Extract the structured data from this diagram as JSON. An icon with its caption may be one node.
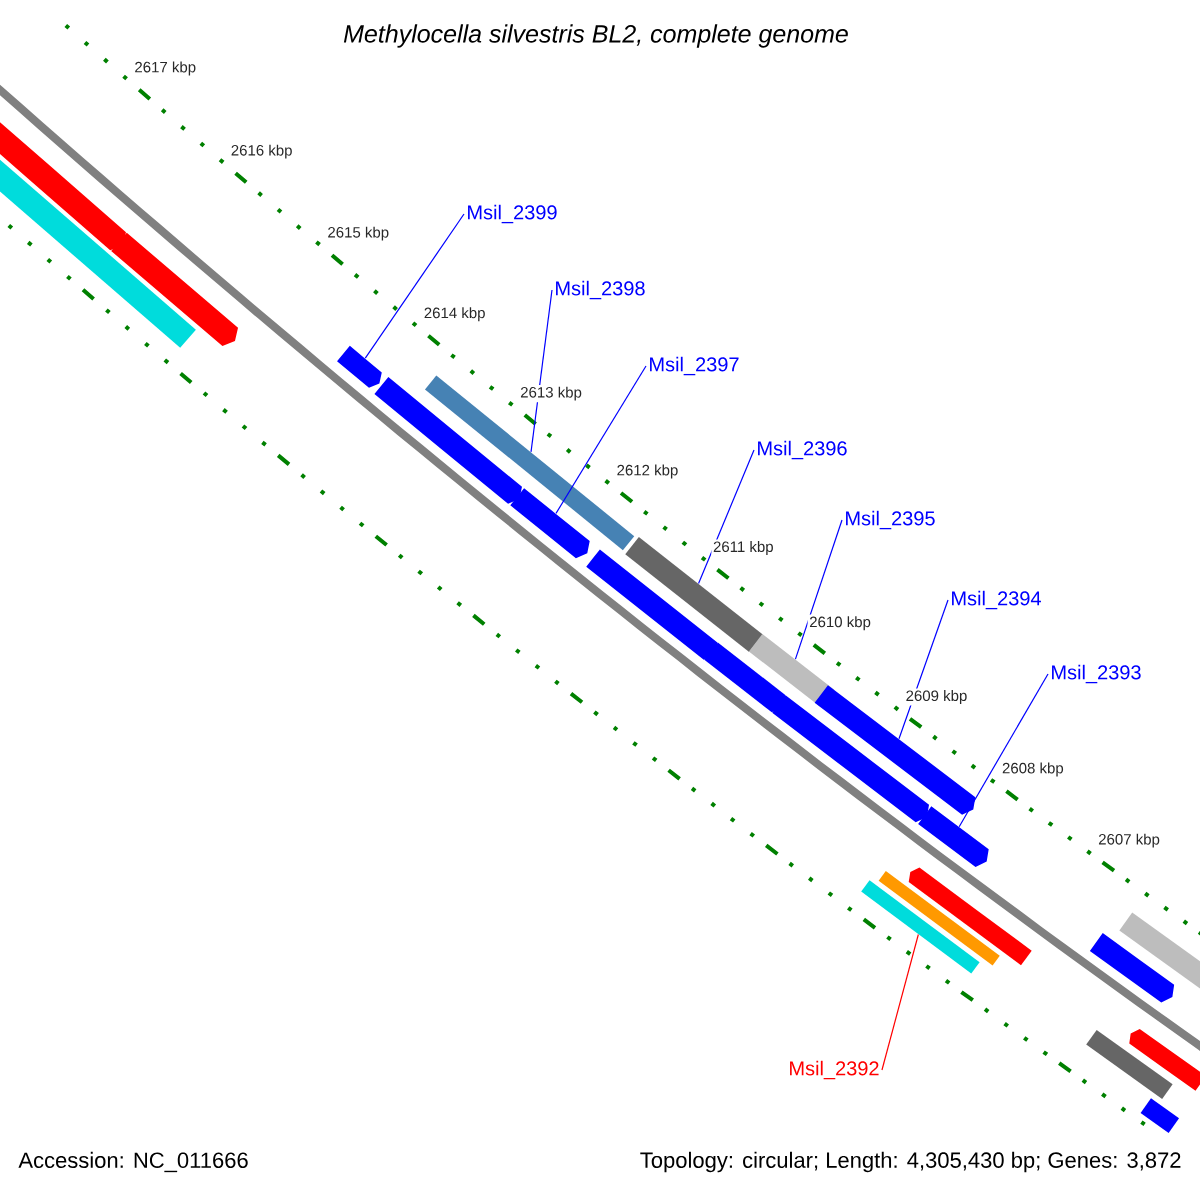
{
  "diagram": {
    "title": "Methylocella silvestris BL2, complete genome",
    "nodes": [
      {
        "text": [
          "Msil_2399"
        ]
      },
      {
        "text": [
          "Msil_2398"
        ]
      },
      {
        "text": [
          "Msil_2397"
        ]
      },
      {
        "text": [
          "Msil_2396"
        ]
      },
      {
        "text": [
          "Msil_2395"
        ]
      },
      {
        "text": [
          "Msil_2394"
        ]
      },
      {
        "text": [
          "Msil_2393"
        ]
      },
      {
        "text": [
          "Msil_2392"
        ]
      },
      {
        "text": [],
        "shape": "pentagon"
      },
      {
        "text": [],
        "shape": "bar"
      },
      {
        "text": [],
        "shape": "pentagon"
      },
      {
        "text": [],
        "shape": "pentagon"
      },
      {
        "text": [],
        "shape": "pentagon"
      },
      {
        "text": [],
        "shape": "bar"
      },
      {
        "text": [],
        "shape": "pentagon"
      },
      {
        "text": [],
        "shape": "pentagon"
      },
      {
        "text": [],
        "shape": "bar"
      },
      {
        "text": [],
        "shape": "pentagon"
      },
      {
        "text": [],
        "shape": "bar"
      },
      {
        "text": [],
        "shape": "pentagon"
      },
      {
        "text": [],
        "shape": "pentagon"
      },
      {
        "text": [],
        "shape": "bar"
      },
      {
        "text": [],
        "shape": "pentagon"
      },
      {
        "text": [],
        "shape": "bar"
      },
      {
        "text": [],
        "shape": "pentagon"
      },
      {
        "text": [],
        "shape": "pentagon"
      },
      {
        "text": [],
        "shape": "bar"
      },
      {
        "text": [],
        "shape": "bar"
      },
      {
        "text": [],
        "shape": "pentagon"
      },
      {
        "text": [],
        "shape": "bar"
      }
    ],
    "edges": [
      {
        "from": 0,
        "to": 11,
        "arrow": "none"
      },
      {
        "from": 1,
        "to": 13,
        "arrow": "none"
      },
      {
        "from": 2,
        "to": 14,
        "arrow": "none"
      },
      {
        "from": 3,
        "to": 16,
        "arrow": "none"
      },
      {
        "from": 4,
        "to": 18,
        "arrow": "none"
      },
      {
        "from": 5,
        "to": 20,
        "arrow": "none"
      },
      {
        "from": 6,
        "to": 22,
        "arrow": "none"
      },
      {
        "from": 7,
        "to": 21,
        "arrow": "none",
        "color": "#ff0000"
      }
    ],
    "labels": [
      "2617 kbp",
      "2616 kbp",
      "2615 kbp",
      "2614 kbp",
      "2613 kbp",
      "2612 kbp",
      "2611 kbp",
      "2610 kbp",
      "2609 kbp",
      "2608 kbp",
      "2607 kbp",
      "Accession: NC_011666",
      "Topology: circular; Length: 4,305,430 bp; Genes: 3,872"
    ]
  }
}
